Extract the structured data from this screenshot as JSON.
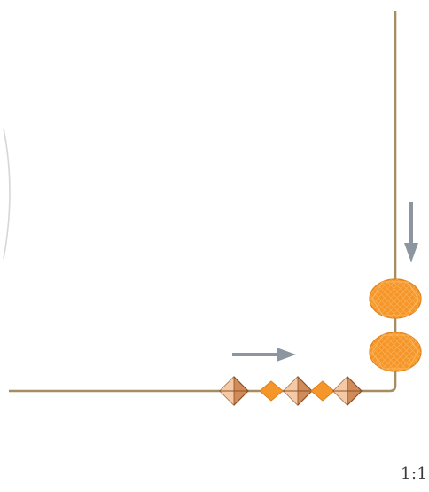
{
  "scale_label": "1:1",
  "colors": {
    "wire": "#a48e5f",
    "bead_orange": "#f5962a",
    "bead_orange_dark": "#e07f16",
    "bead_orange_light": "#fbb760",
    "bicone_light": "#f4c9a6",
    "bicone_mid": "#cf8c5a",
    "bicone_dark": "#8f4f22",
    "arrow": "#8c96a0",
    "guide_circle": "#d7d7d7",
    "background": "#ffffff"
  },
  "beads": {
    "horizontal_sequence": [
      "bicone",
      "round-small",
      "bicone",
      "round-small",
      "bicone"
    ],
    "vertical_sequence": [
      "rondelle",
      "rondelle"
    ]
  },
  "arrows": {
    "horizontal": "right",
    "vertical": "down"
  }
}
